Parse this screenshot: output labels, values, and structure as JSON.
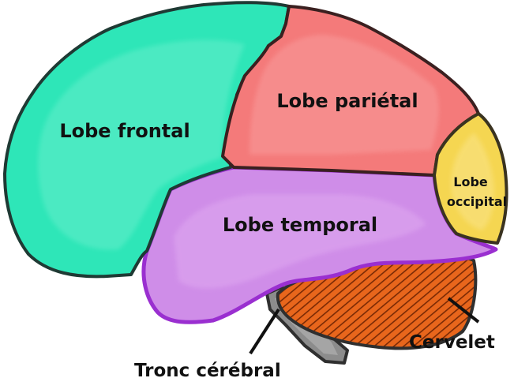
{
  "labels": {
    "frontal": "Lobe frontal",
    "parietal": "Lobe pariétal",
    "temporal": "Lobe temporal",
    "occipital_line1": "Lobe",
    "occipital_line2": "occipital",
    "cerebellum": "Cervelet",
    "brainstem": "Tronc cérébral"
  },
  "colors": {
    "frontal": "#2ee6b8",
    "parietal": "#f47a7a",
    "temporal": "#cf8de8",
    "occipital": "#f5d651",
    "cerebellum": "#e8661c",
    "brainstem": "#8c8c8c",
    "outline": "#2f2f2f"
  }
}
